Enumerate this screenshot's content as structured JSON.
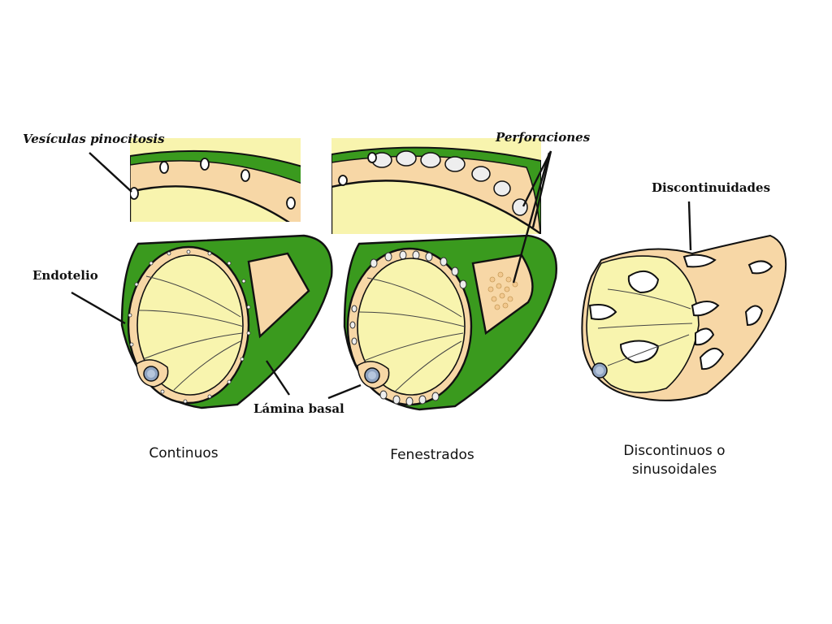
{
  "labels": {
    "vesicles": "Vesículas pinocitosis",
    "perforations": "Perforaciones",
    "discontinuities": "Discontinuidades",
    "endothelium": "Endotelio",
    "basal_lamina": "Lámina basal"
  },
  "captions": {
    "continuous": "Continuos",
    "fenestrated": "Fenestrados",
    "discontinuous_line1": "Discontinuos o",
    "discontinuous_line2": "sinusoidales"
  },
  "colors": {
    "basal_lamina_green": "#3a9a1e",
    "endothelium_tan": "#f7d7a6",
    "lumen_yellow": "#f8f4ae",
    "nucleus_blue": "#8fa3c0",
    "outline": "#111111"
  }
}
